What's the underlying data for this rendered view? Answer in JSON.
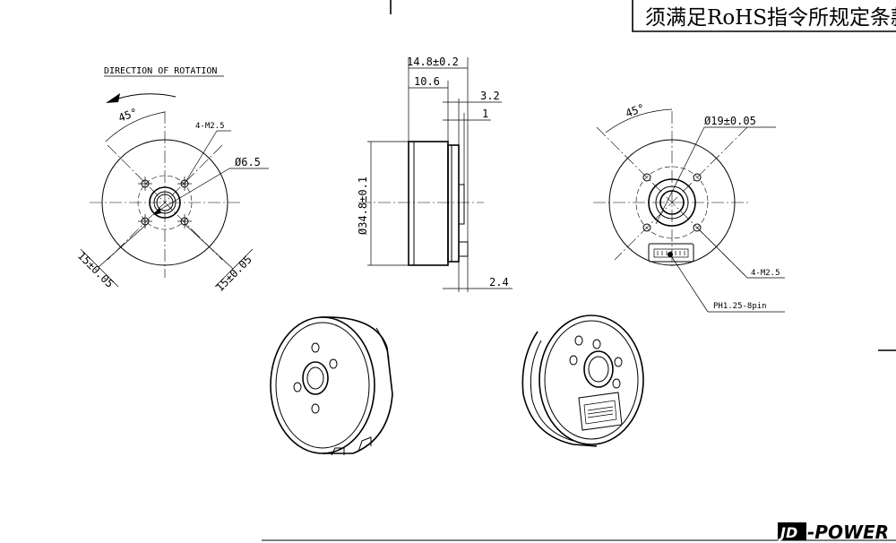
{
  "notice": "须满足RoHS指令所规定条款",
  "left_view": {
    "rotation_label": "DIRECTION OF ROTATION",
    "angle": "45°",
    "holes": "4-M2.5",
    "bore": "Ø6.5",
    "pitch_left": "15±0.05",
    "pitch_right": "15±0.05"
  },
  "side_view": {
    "overall_length": "14.8±0.2",
    "body_length": "10.6",
    "flange": "3.2",
    "step": "1",
    "diameter": "Ø34.8±0.1",
    "connector_offset": "2.4"
  },
  "right_view": {
    "angle": "45°",
    "hub_diameter": "Ø19±0.05",
    "holes": "4-M2.5",
    "connector": "PH1.25-8pin"
  },
  "logo": {
    "mark": "JD",
    "text": "-POWER"
  }
}
